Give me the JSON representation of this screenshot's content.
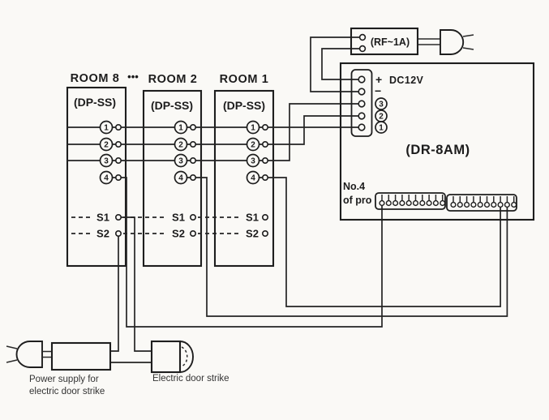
{
  "rooms": [
    {
      "title": "ROOM 8",
      "unit": "(DP-SS)"
    },
    {
      "title": "ROOM 2",
      "unit": "(DP-SS)"
    },
    {
      "title": "ROOM 1",
      "unit": "(DP-SS)"
    }
  ],
  "ellipsis": "•••",
  "dp_terminals": [
    "1",
    "2",
    "3",
    "4"
  ],
  "s_terminals": [
    "S1",
    "S2"
  ],
  "rf_label": "(RF~1A)",
  "dr_label": "(DR-8AM)",
  "dc_plus": "+",
  "dc_minus": "−",
  "dc_label": "DC12V",
  "dr_terminals": [
    "3",
    "2",
    "1"
  ],
  "dr_note": [
    "No.4",
    "of pro"
  ],
  "psu_caption": [
    "Power supply for",
    "electric door strike"
  ],
  "strike_caption": "Electric door strike",
  "colors": {
    "ink": "#1c1c1c",
    "paper": "#faf9f6"
  }
}
